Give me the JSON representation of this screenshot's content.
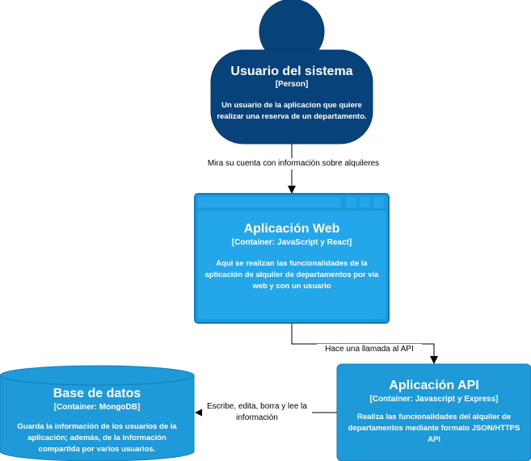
{
  "person": {
    "title": "Usuario del sistema",
    "type": "[Person]",
    "description": "Un usuario de la aplicacion que quiere realizar una reserva de un departamento."
  },
  "web_app": {
    "title": "Aplicación Web",
    "type": "[Container: JavaScript y React]",
    "description": "Aqui se realizan las funcionalidades de la aplicación de alquiler de departamentos por vía web y con un usuario"
  },
  "api_app": {
    "title": "Aplicación API",
    "type": "[Container: Javascript y Express]",
    "description": "Realiza las funcionalidades del alquiler de departamentos mediante formato JSON/HTTPS API"
  },
  "database": {
    "title": "Base de datos",
    "type": "[Container: MongoDB]",
    "description": "Guarda la información de los usuarios de la aplicación; además, de la información compartida por varios usuarios."
  },
  "edges": {
    "person_to_web": "Mira su cuenta con información sobre alquileres",
    "web_to_api": "Hace una llamada al API",
    "api_to_db": "Escribe, edita, borra y lee la información"
  },
  "colors": {
    "person_fill": "#08427b",
    "container_fill": "#1f9ad8",
    "container_stroke": "#0e7dc0",
    "window_bar": "#23a6ea"
  }
}
